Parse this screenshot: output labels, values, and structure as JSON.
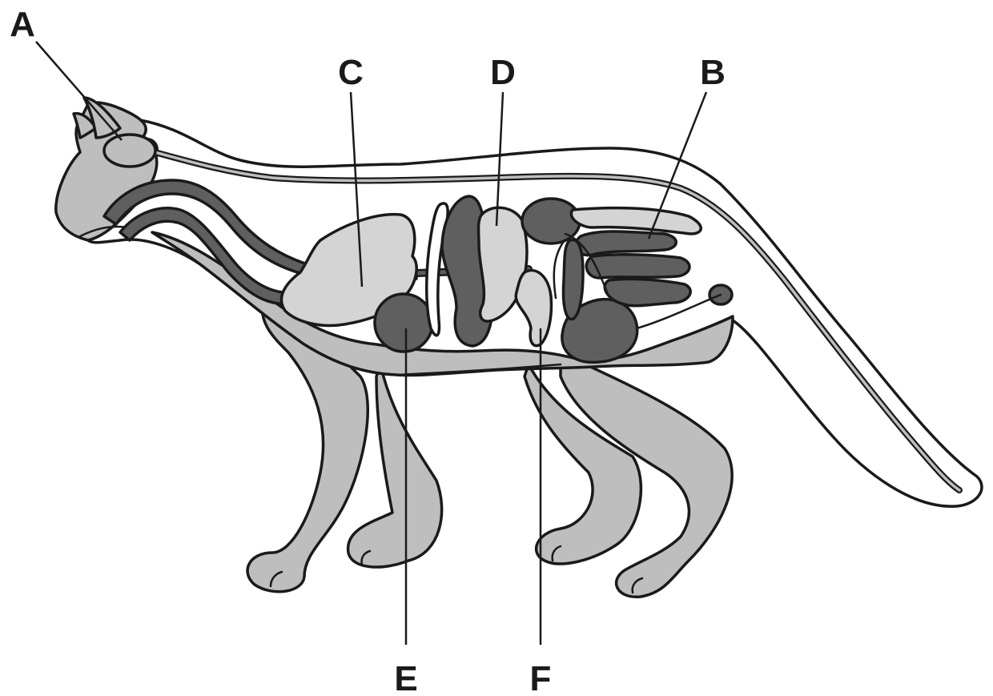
{
  "labels": {
    "a": "A",
    "b": "B",
    "c": "C",
    "d": "D",
    "e": "E",
    "f": "F"
  },
  "colors": {
    "outline": "#1a1a1a",
    "body_fill": "#bebebe",
    "light_organ": "#d4d4d4",
    "dark_organ": "#5f5f5f",
    "cavity": "#ffffff"
  }
}
